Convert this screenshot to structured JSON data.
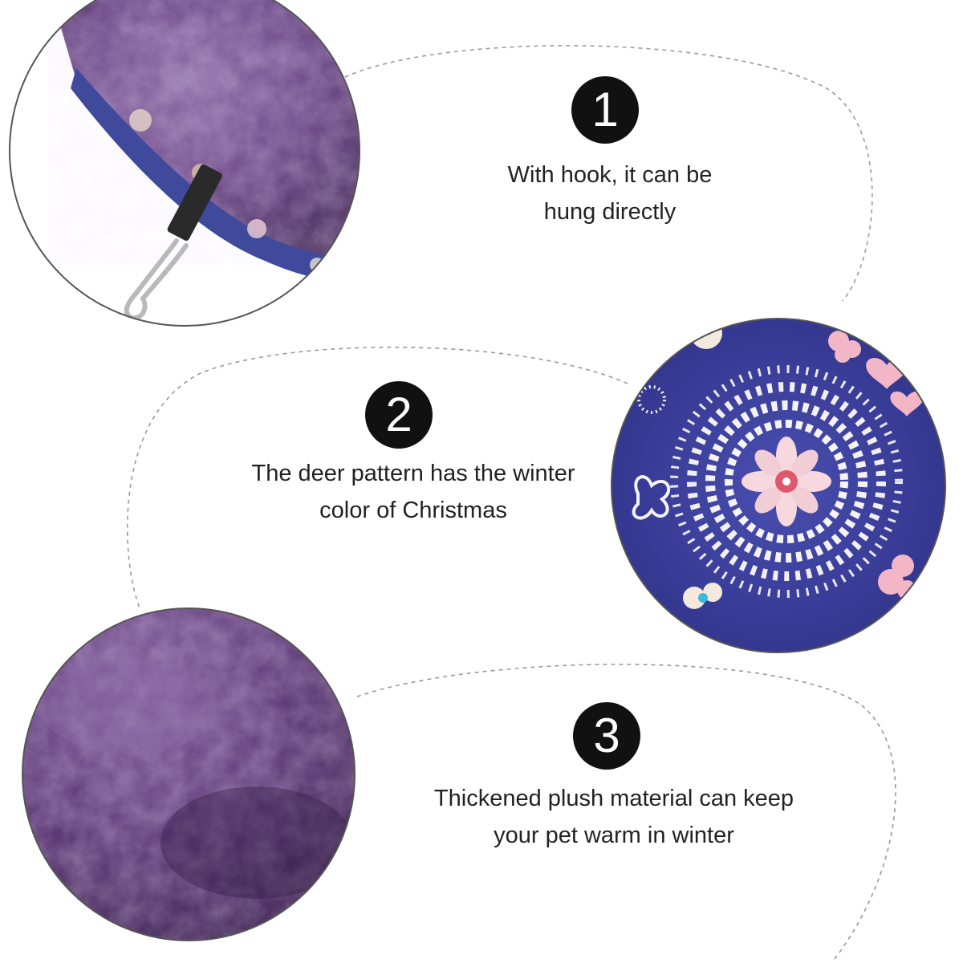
{
  "features": [
    {
      "number": "1",
      "lines": [
        "With hook, it can be",
        "hung directly"
      ],
      "photo": "hook-closeup"
    },
    {
      "number": "2",
      "lines": [
        "The deer pattern has the winter",
        "color of Christmas"
      ],
      "photo": "pattern-closeup"
    },
    {
      "number": "3",
      "lines": [
        "Thickened plush material can keep",
        "your pet warm in winter"
      ],
      "photo": "plush-closeup"
    }
  ],
  "colors": {
    "plush_purple": "#5f3a78",
    "pattern_blue": "#3d3f9a",
    "badge": "#111111",
    "text": "#222222",
    "dash": "#9a9a9a"
  }
}
